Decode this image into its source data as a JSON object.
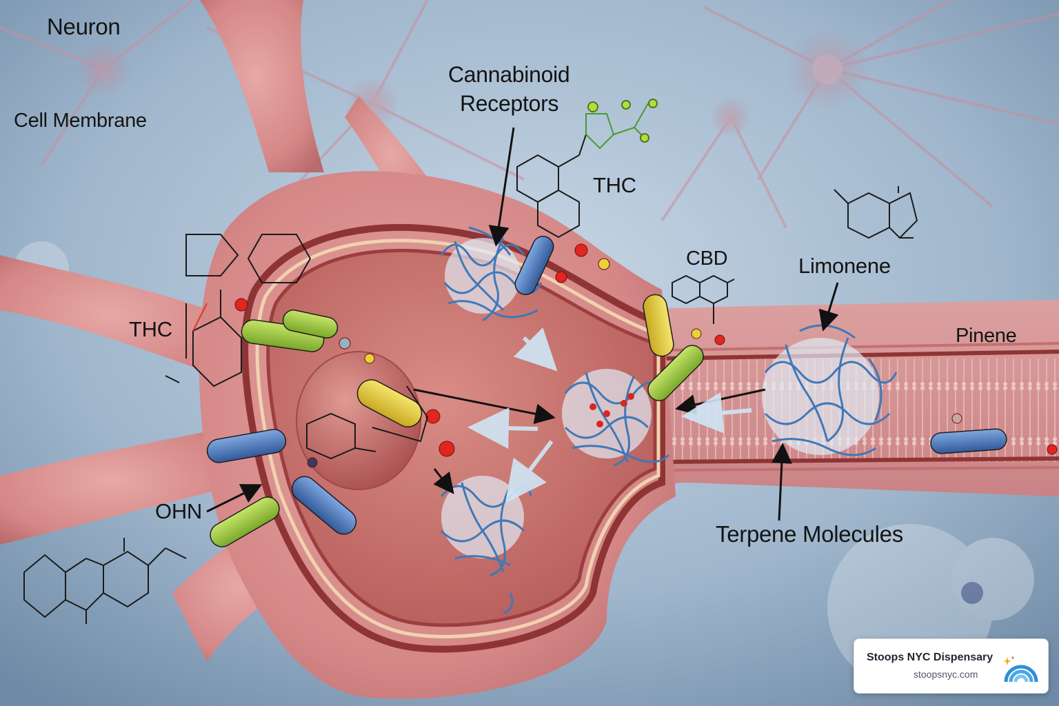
{
  "labels": {
    "neuron": "Neuron",
    "cell_membrane": "Cell Membrane",
    "cannabinoid_receptors_line1": "Cannabinoid",
    "cannabinoid_receptors_line2": "Receptors",
    "thc_top": "THC",
    "thc_left": "THC",
    "cbd": "CBD",
    "limonene": "Limonene",
    "pinene": "Pinene",
    "ohn": "OHN",
    "terpene_molecules": "Terpene Molecules"
  },
  "branding": {
    "name": "Stoops NYC Dispensary",
    "url": "stoopsnyc.com"
  },
  "colors": {
    "background": "#9db4c8",
    "neuron_pink": "#d98a8a",
    "membrane_dark": "#9a3a3a",
    "receptor_blue": "#4a86c4",
    "capsule_green": "#9ccc3c",
    "capsule_yellow": "#e8d23a",
    "capsule_blue": "#4f7fc2",
    "atom_red": "#e0261f"
  },
  "icons": [
    "rainbow-logo-icon",
    "sparkle-icon"
  ]
}
